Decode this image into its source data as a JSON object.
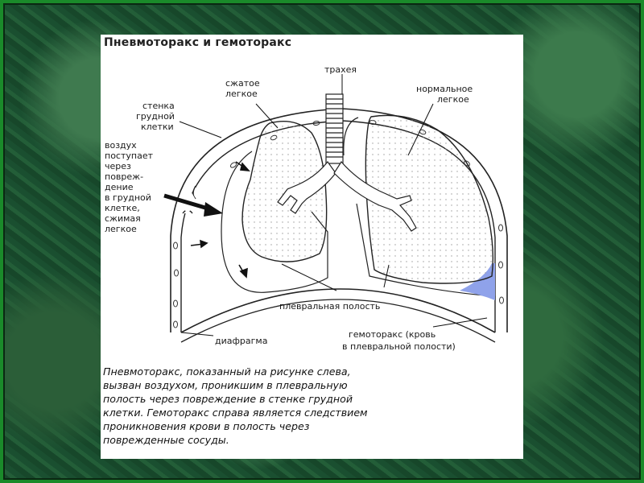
{
  "title": "Пневмоторакс и гемоторакс",
  "labels": {
    "trachea": "трахея",
    "collapsed_lung": [
      "сжатое",
      "легкое"
    ],
    "normal_lung": [
      "нормальное",
      "легкое"
    ],
    "chest_wall": [
      "стенка",
      "грудной",
      "клетки"
    ],
    "air_enters": [
      "воздух",
      "поступает",
      "через",
      "повреж-",
      "дение",
      "в грудной",
      "клетке,",
      "сжимая",
      "легкое"
    ],
    "pleural_cavity": "плевральная полость",
    "diaphragm": "диафрагма",
    "hemothorax": [
      "гемоторакс (кровь",
      "в плевральной полости)"
    ]
  },
  "caption": [
    "Пневмоторакс, показанный на рисунке слева,",
    "вызван воздухом, проникшим в плевральную",
    "полость через повреждение в стенке грудной",
    "клетки. Гемоторакс справа является следствием",
    "проникновения крови в полость через",
    "поврежденные сосуды."
  ],
  "colors": {
    "frame_border": "#1a8a2a",
    "background": "#1d5530",
    "panel": "#ffffff",
    "blood": "#8fa2ea"
  }
}
